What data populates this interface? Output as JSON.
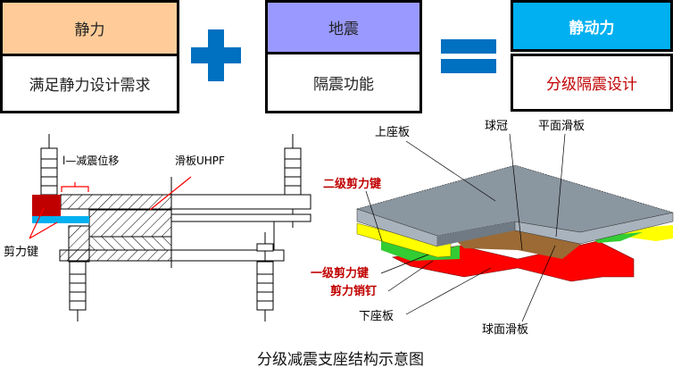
{
  "equation": {
    "box1": {
      "header": "静力",
      "body": "满足静力设计需求",
      "header_color": "#ffcc99",
      "body_color": "#222222"
    },
    "operator1": "plus",
    "box2": {
      "header": "地震",
      "body": "隔震功能",
      "header_color": "#9999ff",
      "body_color": "#222222"
    },
    "operator2": "equals",
    "box3": {
      "header": "静动力",
      "body": "分级隔震设计",
      "header_color": "#00b0f0",
      "body_color": "#c00000"
    },
    "operator_color": "#0070c0"
  },
  "section_drawing": {
    "labels": {
      "displacement": "l—减震位移",
      "slide_plate": "滑板UHPF",
      "shear_key": "剪力键"
    },
    "colors": {
      "shear_key_red": "#c00000",
      "shear_key_blue": "#00b0f0",
      "annotation": "#ff0000"
    }
  },
  "model_3d": {
    "labels": {
      "top_plate": "上座板",
      "spherical_crown": "球冠",
      "flat_slide_plate": "平面滑板",
      "secondary_shear_key": "二级剪力键",
      "primary_shear_key": "一级剪力键",
      "shear_pin": "剪力销钉",
      "bottom_plate": "下座板",
      "spherical_slide_plate": "球面滑板"
    },
    "colors": {
      "top_plate": "#8a96a0",
      "yellow_block": "#ffff00",
      "green_block": "#33cc33",
      "red_base": "#ff0000",
      "crown": "#9b6a35",
      "label_red": "#c00000"
    }
  },
  "caption": "分级减震支座结构示意图"
}
